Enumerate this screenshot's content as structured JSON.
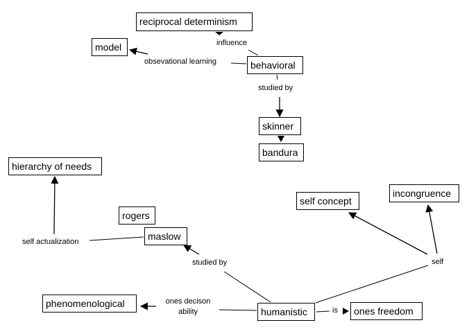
{
  "concept_map": {
    "concepts": {
      "reciprocal_determinism": "reciprocal determinism",
      "model": "model",
      "behavioral": "behavioral",
      "skinner": "skinner",
      "bandura": "bandura",
      "hierarchy_of_needs": "hierarchy of needs",
      "rogers": "rogers",
      "maslow": "maslow",
      "self_concept": "self concept",
      "incongruence": "incongruence",
      "phenomenological": "phenomenological",
      "humanistic": "humanistic",
      "ones_freedom": "ones freedom"
    },
    "linking_phrases": {
      "influence": "influence",
      "obsevational_learning": "obsevational learning",
      "studied_by_behavioral": "studied by",
      "self_actualization": "self actualization",
      "studied_by_humanistic": "studied by",
      "self": "self",
      "ones_decison_ability_line1": "ones decison",
      "ones_decison_ability_line2": "ability",
      "is": "is"
    },
    "propositions": [
      {
        "from": "behavioral",
        "phrase": "influence",
        "to": "reciprocal determinism"
      },
      {
        "from": "behavioral",
        "phrase": "obsevational learning",
        "to": "model"
      },
      {
        "from": "behavioral",
        "phrase": "studied by",
        "to": "skinner"
      },
      {
        "from": "skinner",
        "phrase": "",
        "to": "bandura"
      },
      {
        "from": "humanistic",
        "phrase": "studied by",
        "to": "maslow"
      },
      {
        "from": "maslow",
        "phrase": "self actualization",
        "to": "hierarchy of needs"
      },
      {
        "from": "humanistic",
        "phrase": "self",
        "to": "self concept"
      },
      {
        "from": "humanistic",
        "phrase": "self",
        "to": "incongruence"
      },
      {
        "from": "humanistic",
        "phrase": "ones decison ability",
        "to": "phenomenological"
      },
      {
        "from": "humanistic",
        "phrase": "is",
        "to": "ones freedom"
      }
    ]
  },
  "colors": {
    "line": "#000000",
    "box_border": "#000000",
    "background": "#ffffff"
  }
}
